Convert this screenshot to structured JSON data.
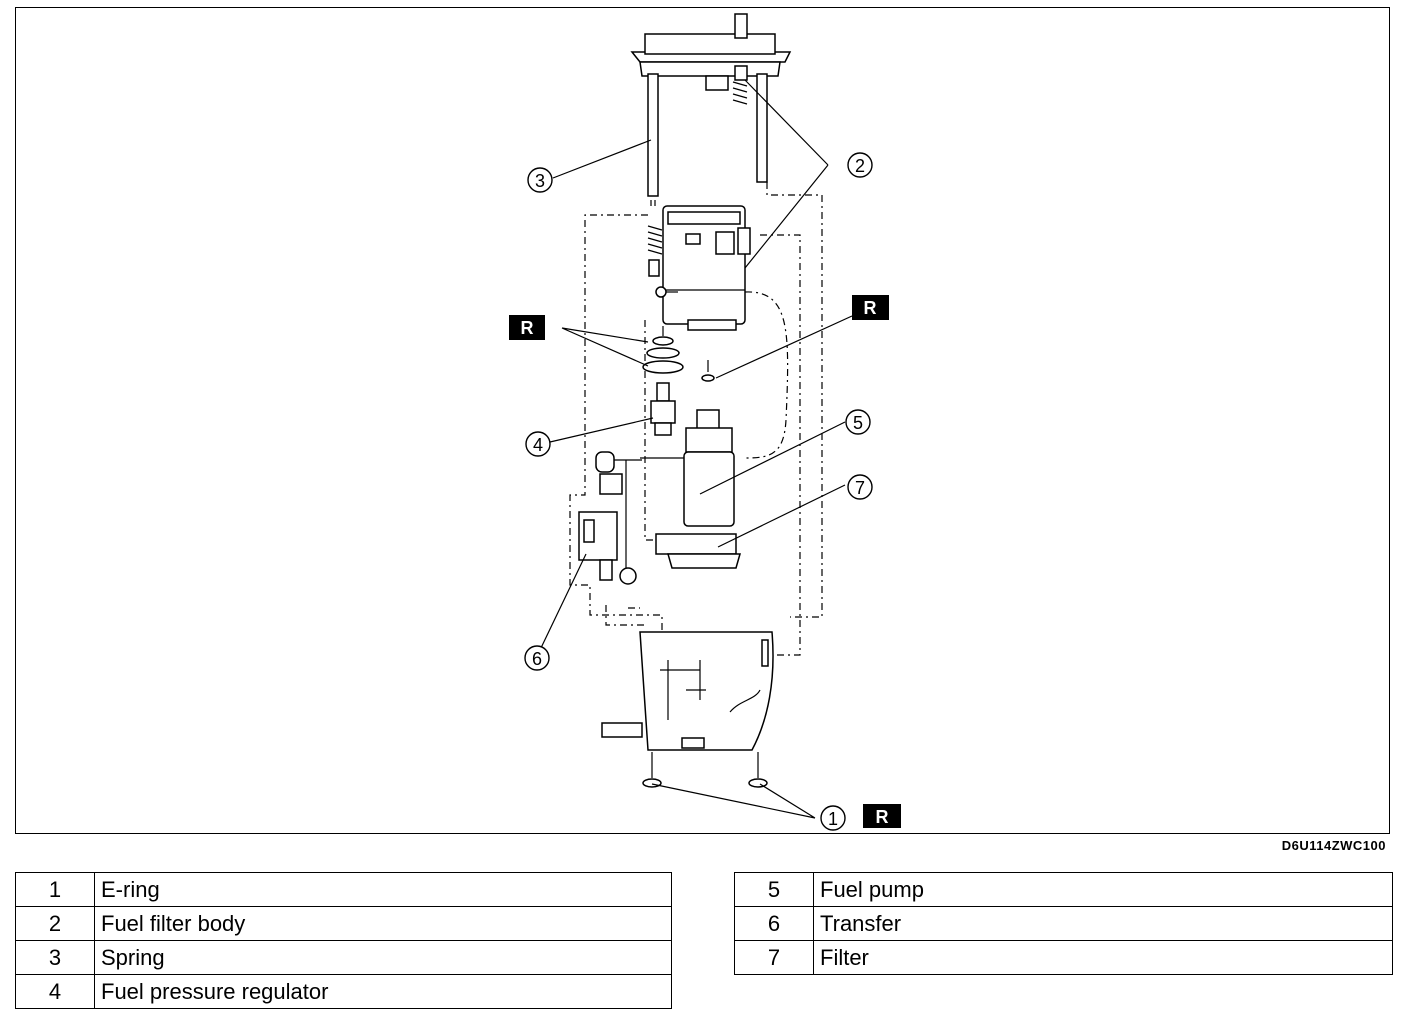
{
  "diagram": {
    "code": "D6U114ZWC100",
    "callouts": [
      "1",
      "2",
      "3",
      "4",
      "5",
      "6",
      "7"
    ],
    "replace_marker": "R"
  },
  "legend_left": [
    {
      "num": "1",
      "label": "E-ring"
    },
    {
      "num": "2",
      "label": "Fuel filter body"
    },
    {
      "num": "3",
      "label": "Spring"
    },
    {
      "num": "4",
      "label": "Fuel pressure regulator"
    }
  ],
  "legend_right": [
    {
      "num": "5",
      "label": "Fuel pump"
    },
    {
      "num": "6",
      "label": "Transfer"
    },
    {
      "num": "7",
      "label": "Filter"
    }
  ]
}
